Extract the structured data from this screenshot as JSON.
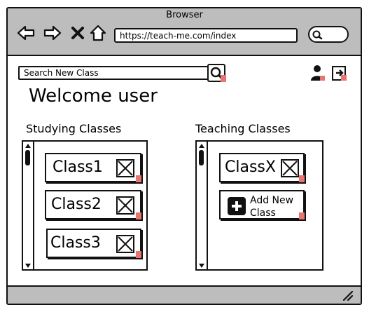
{
  "browser": {
    "title": "Browser",
    "url": "https://teach-me.com/index"
  },
  "header": {
    "search_placeholder": "Search New Class",
    "welcome": "Welcome user"
  },
  "studying": {
    "heading": "Studying Classes",
    "classes": [
      "Class1",
      "Class2",
      "Class3"
    ]
  },
  "teaching": {
    "heading": "Teaching Classes",
    "classes": [
      "ClassX"
    ],
    "add_label_line1": "Add New",
    "add_label_line2": "Class"
  },
  "colors": {
    "chrome": "#bdbdbd",
    "accent": "#e8746f"
  },
  "icons": [
    "back-arrow-icon",
    "forward-arrow-icon",
    "close-icon",
    "home-icon",
    "search-icon",
    "user-icon",
    "logout-icon",
    "plus-icon"
  ]
}
